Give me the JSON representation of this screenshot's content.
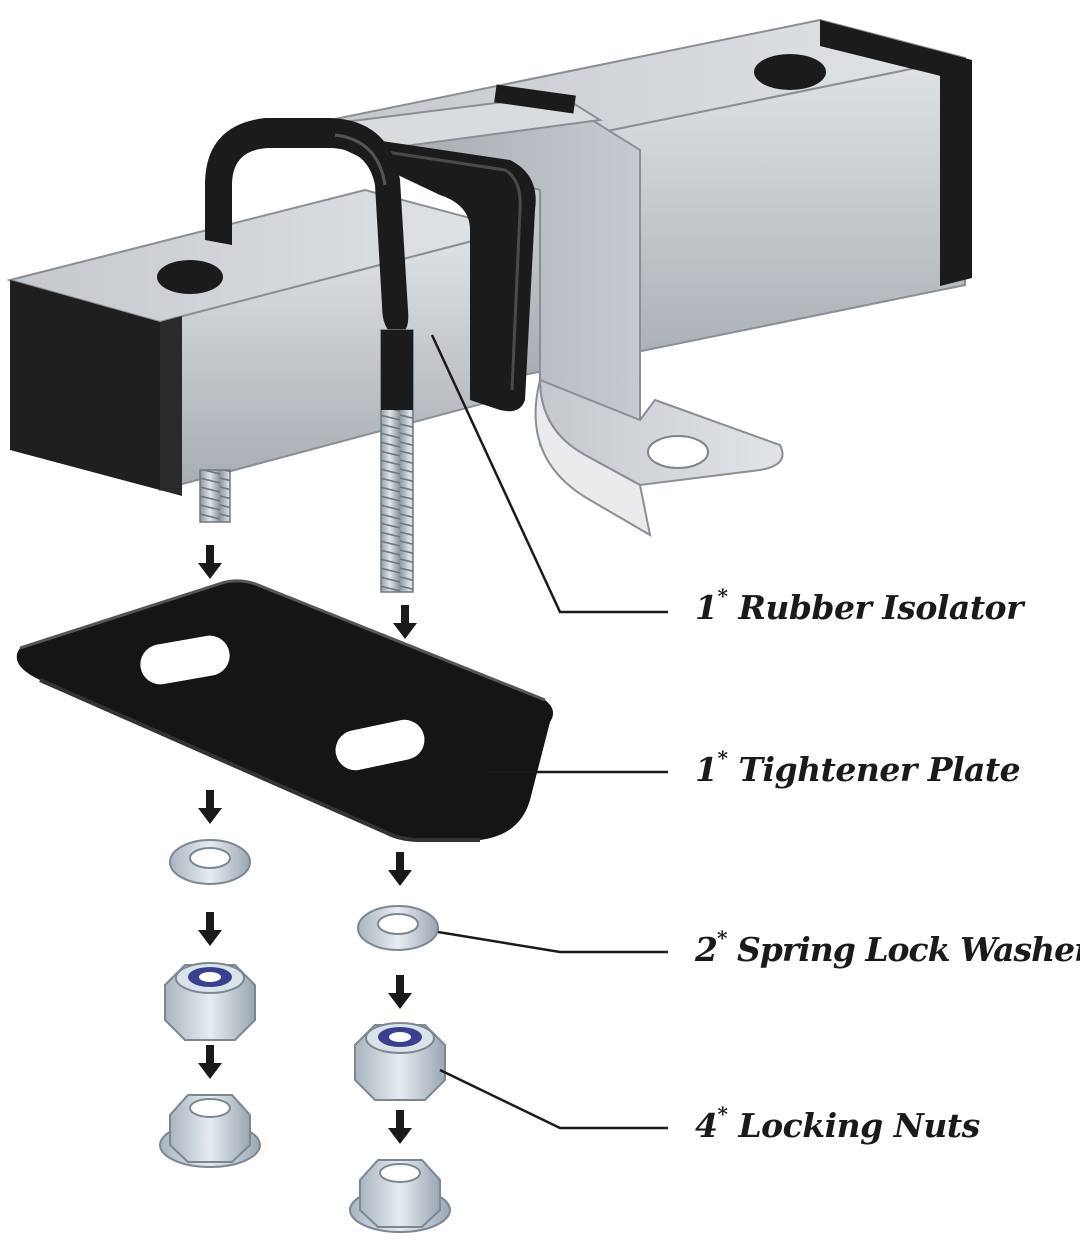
{
  "labels": {
    "rubber_isolator": {
      "qty": "1",
      "mark": "*",
      "text": "Rubber Isolator"
    },
    "tightener_plate": {
      "qty": "1",
      "mark": "*",
      "text": "Tightener Plate"
    },
    "spring_lock_washers": {
      "qty": "2",
      "mark": "*",
      "text": "Spring Lock Washers"
    },
    "locking_nuts": {
      "qty": "4",
      "mark": "*",
      "text": "Locking Nuts"
    }
  },
  "colors": {
    "steel_light": "#d4d7db",
    "steel_mid": "#b2b6bb",
    "steel_dark": "#8e9399",
    "black_part": "#1b1b1b",
    "zinc": "#c9d3dc",
    "nylon_insert": "#3b3f8f",
    "arrow": "#1a1a1a",
    "leader_line": "#1a1a1a"
  }
}
